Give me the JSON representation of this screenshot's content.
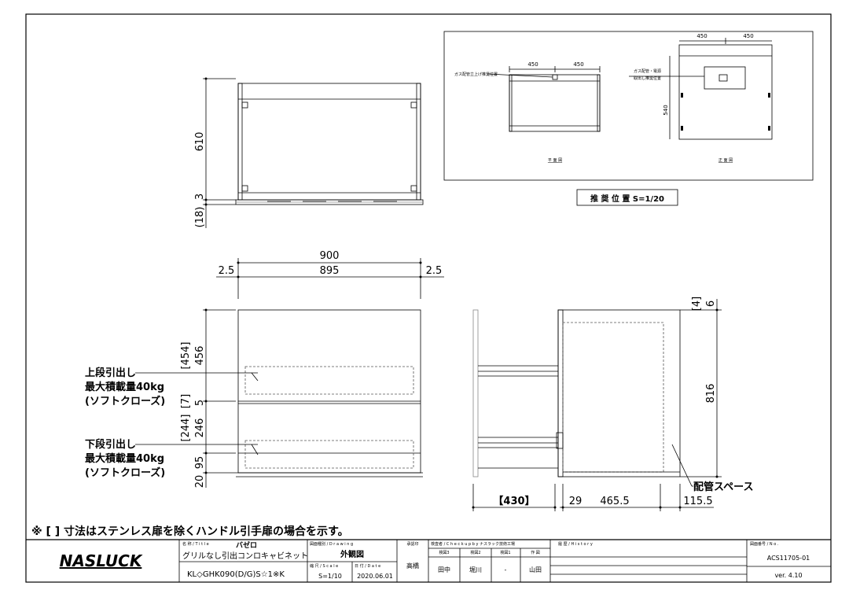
{
  "plan_view": {
    "dim_610": "610",
    "dim_3": "3",
    "dim_18": "(18)"
  },
  "front_view": {
    "dim_900": "900",
    "dim_895": "895",
    "dim_2_5_left": "2.5",
    "dim_2_5_right": "2.5",
    "dim_454": "[454]",
    "dim_456": "456",
    "dim_7": "[7]",
    "dim_5": "5",
    "dim_244": "[244]",
    "dim_246": "246",
    "dim_95": "95",
    "dim_20": "20",
    "upper_drawer": [
      "上段引出し",
      "最大積載量40kg",
      "(ソフトクローズ)"
    ],
    "lower_drawer": [
      "下段引出し",
      "最大積載量40kg",
      "(ソフトクローズ)"
    ]
  },
  "side_view": {
    "dim_4": "[4]",
    "dim_6": "6",
    "dim_816": "816",
    "dim_430": "【430】",
    "dim_29": "29",
    "dim_465_5": "465.5",
    "dim_115_5": "115.5",
    "pipe_space": "配管スペース"
  },
  "inset": {
    "plan_dim_left": "450",
    "plan_dim_right": "450",
    "plan_gas_label": "ガス配管立上げ推奨位置",
    "plan_caption": "平 面 図",
    "front_dim_left": "450",
    "front_dim_right": "450",
    "front_gas_label_1": "ガス配管・電源",
    "front_gas_label_2": "取出し推奨位置",
    "front_dim_540": "540",
    "front_caption": "正 面 図",
    "recommend_title": "推 奨 位 置  S=1/20"
  },
  "note": "※ [ ] 寸法はステンレス扉を除くハンドル引手扉の場合を示す。",
  "title_block": {
    "logo": "NASLUCK",
    "name_label": "名 称 / T i t l e",
    "name_value": "バゼロ",
    "product_name": "グリルなし引出コンロキャビネット",
    "model": "KL◇GHK090(D/G)S☆1※K",
    "drawing_label": "図面種別 / D r a w i n g",
    "drawing_value": "外観図",
    "scale_label": "縮 尺 / S c a l e",
    "scale_value": "S=1/10",
    "date_label": "日 付 / D a t e",
    "date_value": "2020.06.01",
    "approval_label": "承認印",
    "approval_value": "高橋",
    "check_label": "検査者 / C h e c k  u p  b y  ナスラック技術工場",
    "check_headers": [
      "検図3",
      "検図2",
      "検図1",
      "作 図"
    ],
    "check_values": [
      "田中",
      "堀川",
      "-",
      "山田"
    ],
    "history_label": "履 歴 / H i s t o r y",
    "no_label": "図面番号 / N o .",
    "no_value": "ACS11705-01",
    "version": "ver. 4.10"
  }
}
